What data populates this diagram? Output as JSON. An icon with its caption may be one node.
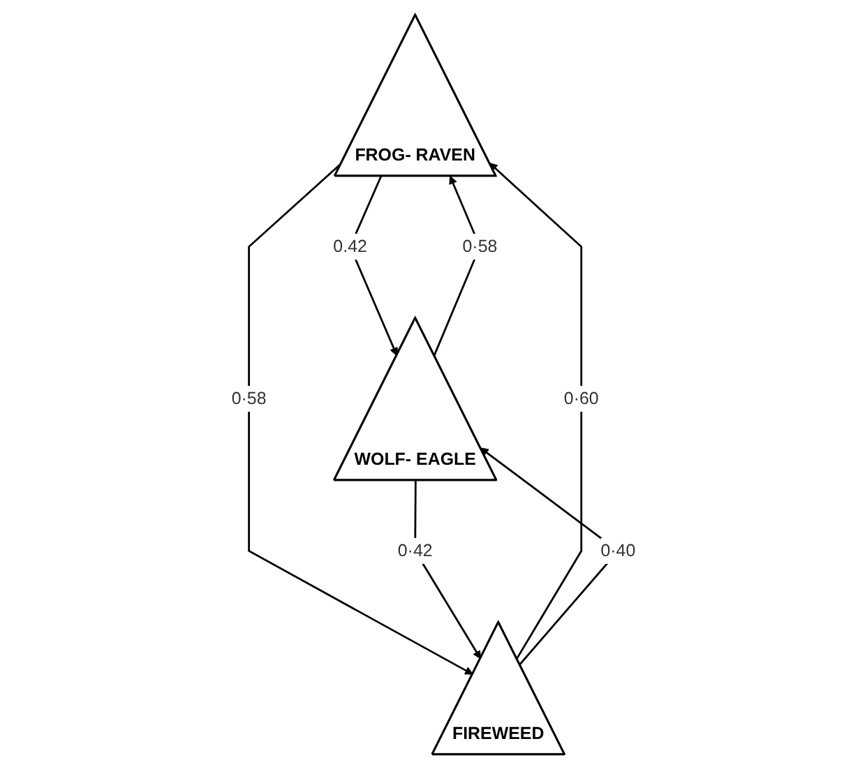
{
  "diagram": {
    "nodes": [
      {
        "text": [
          "FROG- RAVEN"
        ]
      },
      {
        "text": [
          "WOLF- EAGLE"
        ]
      },
      {
        "text": [
          "FIREWEED"
        ]
      }
    ],
    "edges": [
      {
        "from": 1,
        "to": 0,
        "arrow": "to",
        "label": "0·58"
      },
      {
        "from": 0,
        "to": 1,
        "arrow": "to",
        "label": "0.42"
      },
      {
        "from": 0,
        "to": 2,
        "arrow": "to",
        "label": "0·58"
      },
      {
        "from": 2,
        "to": 0,
        "arrow": "to",
        "label": "0·60"
      },
      {
        "from": 1,
        "to": 2,
        "arrow": "to",
        "label": "0·42"
      },
      {
        "from": 2,
        "to": 1,
        "arrow": "to",
        "label": "0·40"
      }
    ]
  }
}
